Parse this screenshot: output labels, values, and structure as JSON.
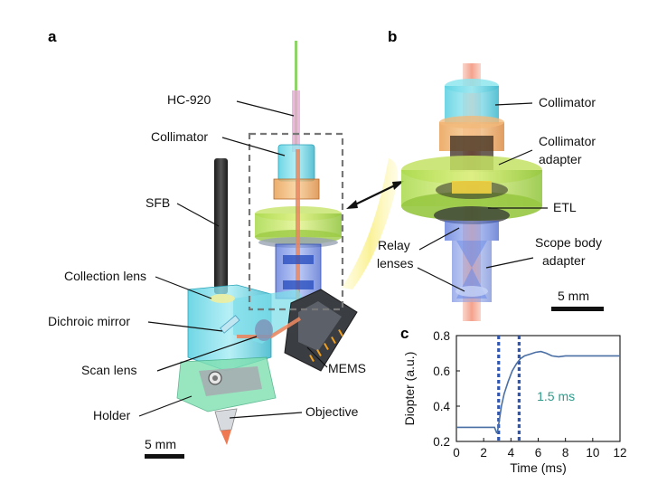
{
  "panels": {
    "a": "a",
    "b": "b",
    "c": "c"
  },
  "panel_a": {
    "labels": {
      "hc920": "HC-920",
      "collimator": "Collimator",
      "sfb": "SFB",
      "collection_lens": "Collection lens",
      "dichroic_mirror": "Dichroic mirror",
      "scan_lens": "Scan lens",
      "holder": "Holder",
      "objective": "Objective",
      "mems": "MEMS"
    },
    "scale_bar": "5 mm"
  },
  "panel_b": {
    "labels": {
      "collimator": "Collimator",
      "collimator_adapter_1": "Collimator",
      "collimator_adapter_2": "adapter",
      "etl": "ETL",
      "relay_1": "Relay",
      "relay_2": "lenses",
      "scope_1": "Scope body",
      "scope_2": "adapter"
    },
    "scale_bar": "5 mm"
  },
  "colors": {
    "cyan": "#66d9e8",
    "orange": "#f2a65a",
    "yellow_green": "#c8e65c",
    "blue": "#5a7be0",
    "beam": "#f08060",
    "trace": "#4a6fa5",
    "marker": "#2f56b0",
    "annotation": "#2e9a8a"
  },
  "chart_data": {
    "type": "line",
    "title": "",
    "xlabel": "Time (ms)",
    "ylabel": "Diopter (a.u.)",
    "xlim": [
      0,
      12
    ],
    "ylim": [
      0.2,
      0.8
    ],
    "xticks": [
      "0",
      "2",
      "4",
      "6",
      "8",
      "10",
      "12"
    ],
    "yticks": [
      "0.2",
      "0.4",
      "0.6",
      "0.8"
    ],
    "annotation": "1.5 ms",
    "markers_x": [
      3.1,
      4.6
    ],
    "series": [
      {
        "x": [
          0,
          2.8,
          2.95,
          3.0,
          3.15,
          3.3,
          3.5,
          3.8,
          4.1,
          4.4,
          4.7,
          5.0,
          5.4,
          5.8,
          6.2,
          6.6,
          7.0,
          7.5,
          8.0,
          8.5,
          9.0,
          10.0,
          11.0,
          12.0
        ],
        "y": [
          0.28,
          0.28,
          0.25,
          0.25,
          0.32,
          0.4,
          0.47,
          0.54,
          0.6,
          0.64,
          0.67,
          0.685,
          0.695,
          0.705,
          0.71,
          0.7,
          0.685,
          0.68,
          0.685,
          0.685,
          0.685,
          0.685,
          0.685,
          0.685
        ]
      }
    ]
  }
}
